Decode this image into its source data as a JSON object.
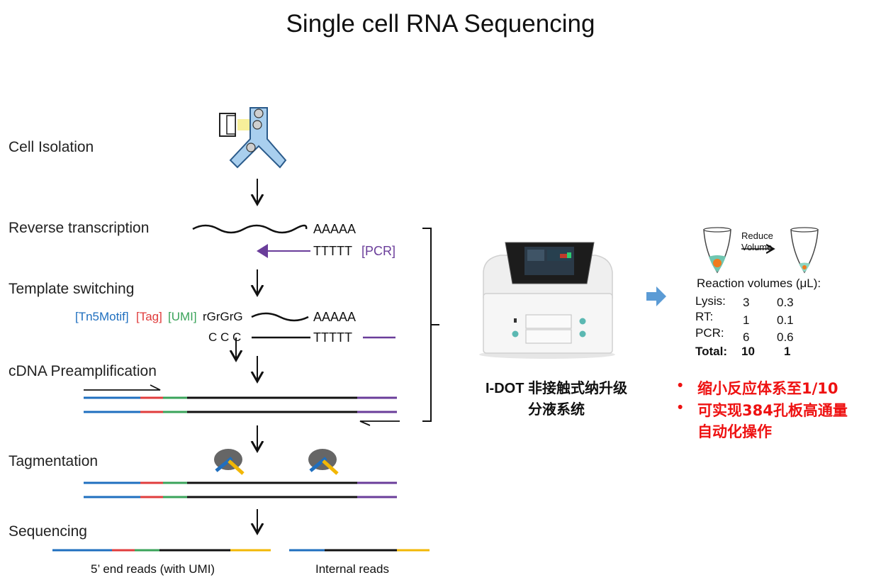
{
  "title": "Single cell RNA Sequencing",
  "steps": {
    "cell_isolation": "Cell Isolation",
    "reverse_transcription": "Reverse transcription",
    "template_switching": "Template switching",
    "cdna_preamplification": "cDNA Preamplification",
    "tagmentation": "Tagmentation",
    "sequencing": "Sequencing"
  },
  "sequences": {
    "polyA": "AAAAA",
    "polyT": "TTTTT",
    "pcr": "[PCR]",
    "tn5motif": "[Tn5Motif]",
    "tag": "[Tag]",
    "umi": "[UMI]",
    "rgrgrg": "rGrGrG",
    "ccc": "C C C"
  },
  "reads": {
    "five_prime": "5’ end reads (with UMI)",
    "internal": "Internal reads"
  },
  "instrument": {
    "name": "I-DOT",
    "description_line1": "非接触式纳升级",
    "description_line2": "分液系统"
  },
  "reduce": {
    "label_line1": "Reduce",
    "label_line2": "Volume"
  },
  "reaction_volumes": {
    "title": "Reaction volumes (μL):",
    "rows": [
      {
        "label": "Lysis:",
        "before": "3",
        "after": "0.3"
      },
      {
        "label": "RT:",
        "before": "1",
        "after": "0.1"
      },
      {
        "label": "PCR:",
        "before": "6",
        "after": "0.6"
      }
    ],
    "total": {
      "label": "Total:",
      "before": "10",
      "after": "1"
    }
  },
  "benefits": [
    {
      "bullet": "•",
      "line1": "缩小反应体系至1/10",
      "line2": ""
    },
    {
      "bullet": "•",
      "line1": "可实现384孔板高通量",
      "line2": "自动化操作"
    }
  ],
  "colors": {
    "blue": "#1f6fbf",
    "red": "#e03c3c",
    "green": "#3aa35a",
    "purple": "#6a3d9a",
    "yellow": "#f2b705",
    "black": "#111111",
    "accent_arrow": "#5b9bd5",
    "highlight_red": "#ee1111"
  }
}
